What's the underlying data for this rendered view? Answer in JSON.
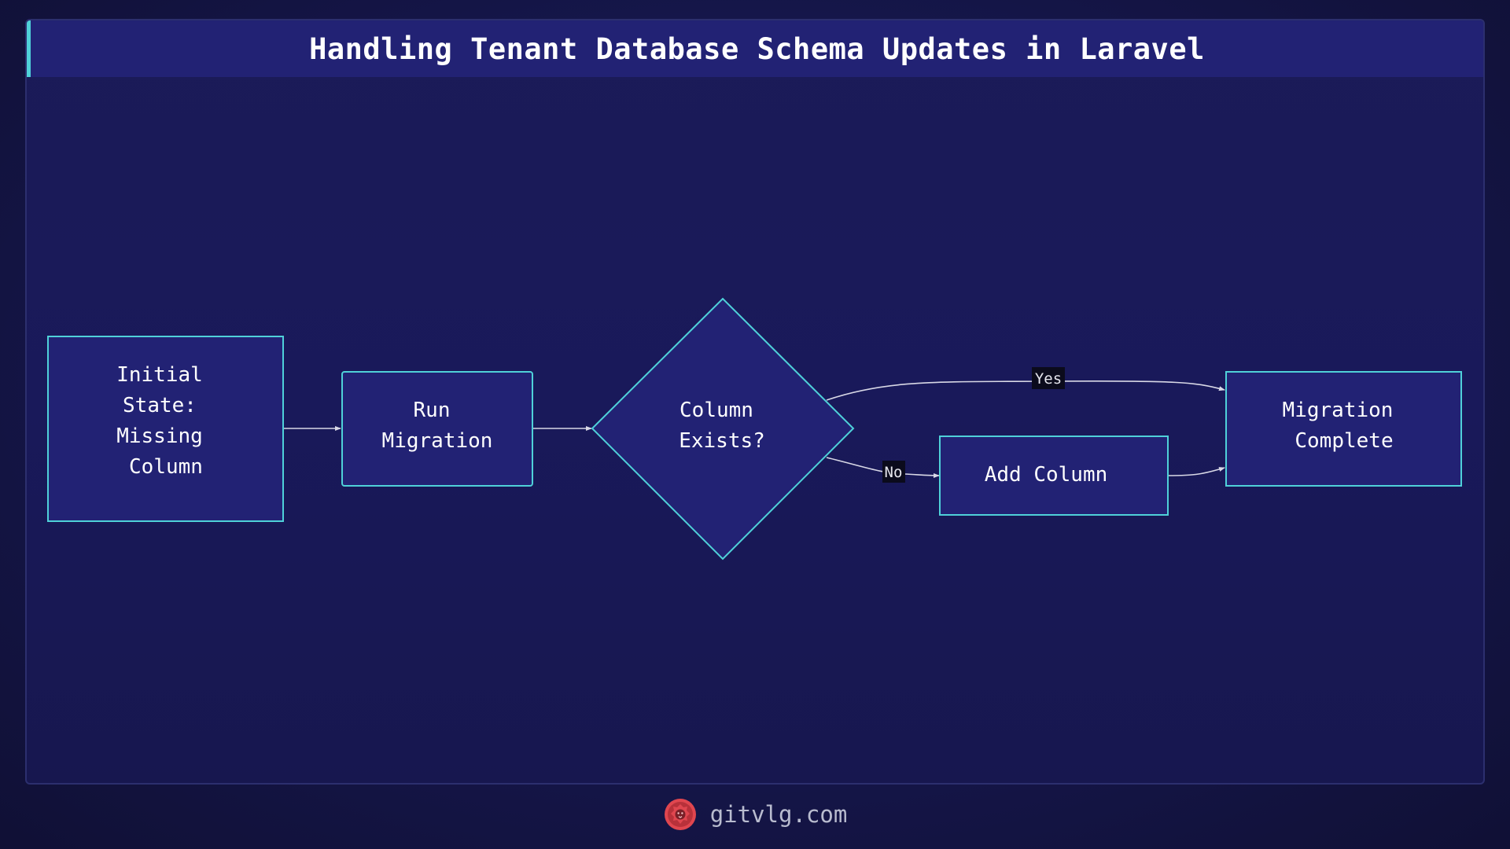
{
  "title": "Handling Tenant Database Schema Updates in Laravel",
  "nodes": {
    "initial": [
      "Initial",
      "State:",
      "Missing",
      "Column"
    ],
    "run": [
      "Run",
      "Migration"
    ],
    "decision": [
      "Column",
      "Exists?"
    ],
    "add": [
      "Add Column"
    ],
    "complete": [
      "Migration",
      "Complete"
    ]
  },
  "edges": {
    "yes_label": "Yes",
    "no_label": "No"
  },
  "footer": {
    "site": "gitvlg.com",
    "logo_icon": "lion-logo-icon"
  },
  "colors": {
    "node_fill": "#222274",
    "node_stroke": "#4fd1d9",
    "edge": "#d8d8e6",
    "accent": "#4fd1d9",
    "logo": "#e0464f"
  }
}
